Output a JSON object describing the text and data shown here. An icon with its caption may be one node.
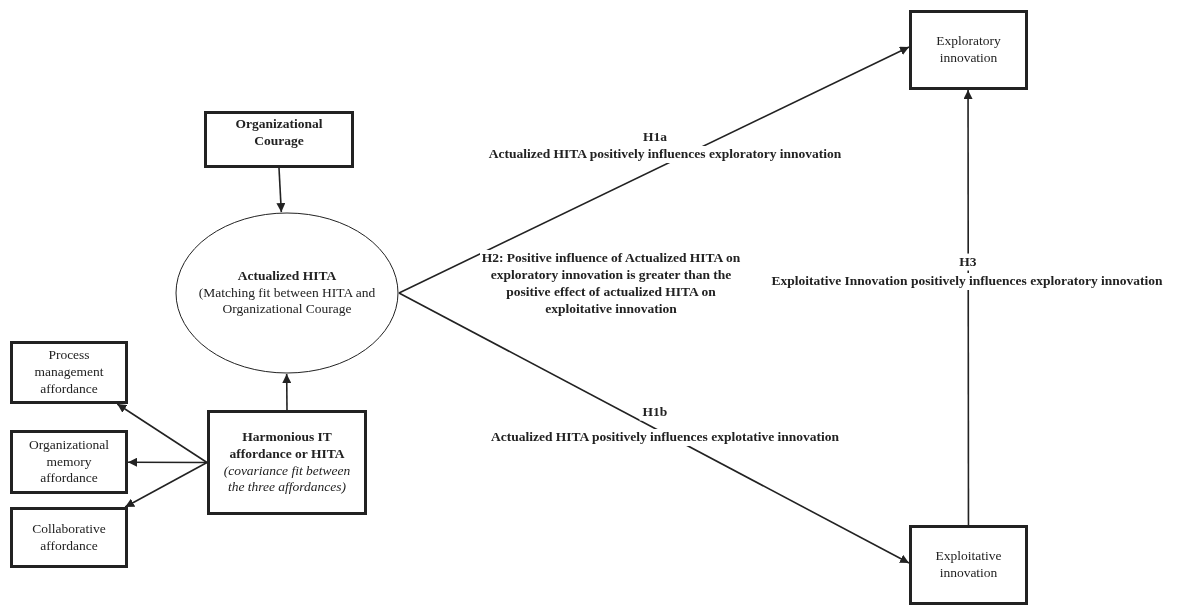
{
  "diagram": {
    "nodes": [
      {
        "text": [
          "Organizational Courage"
        ]
      },
      {
        "text": [
          "Actualized HITA",
          "(Matching fit between HITA and Organizational Courage"
        ]
      },
      {
        "text": [
          "Process management affordance"
        ]
      },
      {
        "text": [
          "Organizational memory affordance"
        ]
      },
      {
        "text": [
          "Collaborative affordance"
        ]
      },
      {
        "text": [
          "Harmonious IT affordance or HITA",
          "(covariance fit between the three affordances)"
        ]
      },
      {
        "text": [
          "Exploratory innovation"
        ]
      },
      {
        "text": [
          "Exploitative innovation"
        ]
      }
    ],
    "edges": [
      {
        "from": 0,
        "to": 1,
        "arrow": "to"
      },
      {
        "from": 5,
        "to": 1,
        "arrow": "to"
      },
      {
        "from": 5,
        "to": 2,
        "arrow": "to"
      },
      {
        "from": 5,
        "to": 3,
        "arrow": "to"
      },
      {
        "from": 5,
        "to": 4,
        "arrow": "to"
      },
      {
        "from": 1,
        "to": 6,
        "arrow": "to",
        "label": "H1a"
      },
      {
        "from": 1,
        "to": 7,
        "arrow": "to",
        "label": "H1b"
      },
      {
        "from": 7,
        "to": 6,
        "arrow": "to",
        "label": "H3"
      }
    ],
    "labels": [
      "Actualized HITA positively influences exploratory innovation",
      "H2: Positive influence of Actualized HITA on exploratory innovation is greater than the positive effect of actualized HITA on exploitative innovation",
      "Exploitative Innovation positively influences exploratory innovation",
      "Actualized HITA positively influences explotative innovation"
    ]
  }
}
